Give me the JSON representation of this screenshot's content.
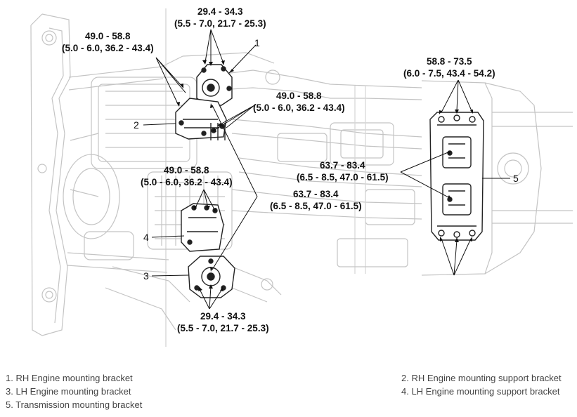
{
  "torque_labels": {
    "t_top": {
      "value": "29.4 - 34.3",
      "units": "(5.5 - 7.0, 21.7 - 25.3)"
    },
    "t_top_left": {
      "value": "49.0 - 58.8",
      "units": "(5.0 - 6.0, 36.2 - 43.4)"
    },
    "t_mid_right": {
      "value": "49.0 - 58.8",
      "units": "(5.0 - 6.0, 36.2 - 43.4)"
    },
    "t_mid_left": {
      "value": "49.0 - 58.8",
      "units": "(5.0 - 6.0, 36.2 - 43.4)"
    },
    "t_mid_center": {
      "value": "63.7 - 83.4",
      "units": "(6.5 - 8.5, 47.0 - 61.5)"
    },
    "t_trans_center": {
      "value": "63.7 - 83.4",
      "units": "(6.5 - 8.5, 47.0 - 61.5)"
    },
    "t_trans_top": {
      "value": "58.8 - 73.5",
      "units": "(6.0 - 7.5, 43.4 - 54.2)"
    },
    "t_bottom": {
      "value": "29.4 - 34.3",
      "units": "(5.5 - 7.0, 21.7 - 25.3)"
    }
  },
  "callouts": [
    "1",
    "2",
    "3",
    "4",
    "5"
  ],
  "legend": [
    "1. RH Engine mounting bracket",
    "2. RH Engine mounting support bracket",
    "3. LH Engine mounting bracket",
    "4. LH Engine mounting support bracket",
    "5. Transmission mounting bracket"
  ]
}
